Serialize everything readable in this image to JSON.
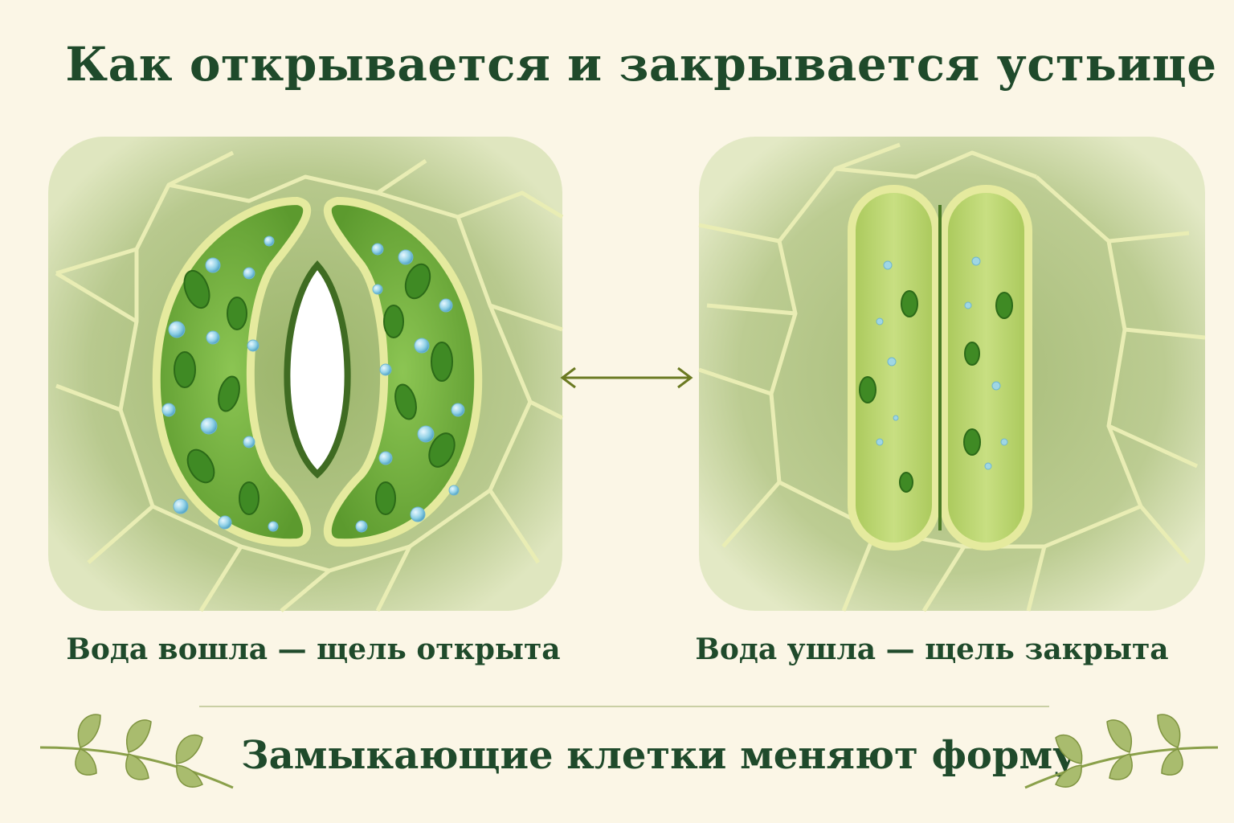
{
  "title": "Как открывается и закрывается устьице",
  "states": {
    "open": {
      "caption": "Вода вошла — щель открыта"
    },
    "closed": {
      "caption": "Вода ушла — щель закрыта"
    }
  },
  "footer": "Замыкающие клетки меняют форму",
  "icons": {
    "arrow": "double-arrow-icon",
    "sprig_left": "leaf-sprig-icon",
    "sprig_right": "leaf-sprig-icon"
  },
  "colors": {
    "background": "#fbf6e6",
    "text": "#1f4a2b",
    "tissue": "#b9c98f",
    "cell_wall": "#e9edb4",
    "guard_cell_open": "#7fb64a",
    "guard_cell_closed": "#bcd66c",
    "water_droplet": "#8fd0e6",
    "chloroplast": "#4f8f2c",
    "arrow": "#6b7a22",
    "leaf": "#a9bc6e"
  }
}
